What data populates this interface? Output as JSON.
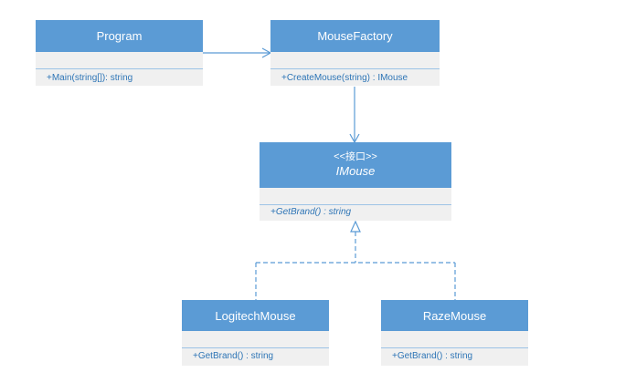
{
  "diagram": {
    "classes": {
      "program": {
        "name": "Program",
        "method": "+Main(string[]): string"
      },
      "mouse_factory": {
        "name": "MouseFactory",
        "method": "+CreateMouse(string) : IMouse"
      },
      "imouse": {
        "stereotype": "<<接口>>",
        "name": "IMouse",
        "method": "+GetBrand() : string"
      },
      "logitech_mouse": {
        "name": "LogitechMouse",
        "method": "+GetBrand() : string"
      },
      "raze_mouse": {
        "name": "RazeMouse",
        "method": "+GetBrand() : string"
      }
    },
    "relations": [
      {
        "from": "Program",
        "to": "MouseFactory",
        "type": "association"
      },
      {
        "from": "MouseFactory",
        "to": "IMouse",
        "type": "dependency"
      },
      {
        "from": "LogitechMouse",
        "to": "IMouse",
        "type": "realization"
      },
      {
        "from": "RazeMouse",
        "to": "IMouse",
        "type": "realization"
      }
    ],
    "colors": {
      "header": "#5b9bd5",
      "body": "#f0f0f0",
      "text": "#2e75b6",
      "line": "#5b9bd5"
    }
  }
}
